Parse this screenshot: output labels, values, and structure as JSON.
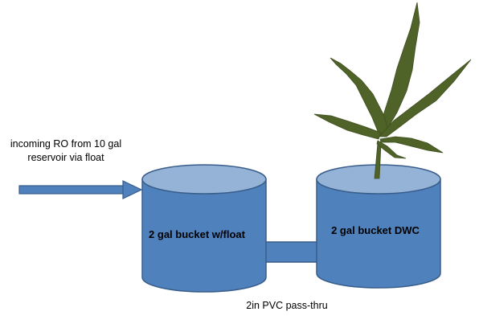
{
  "labels": {
    "inlet": "incoming RO from 10  gal reservoir via float",
    "bucket_left": "2 gal bucket w/float",
    "bucket_right": "2 gal bucket DWC",
    "pipe": "2in PVC pass-thru"
  },
  "icons": {
    "inlet_arrow": "arrow-right-icon",
    "plant": "cannabis-leaf-icon"
  },
  "colors": {
    "bucket_body": "#4f81bd",
    "bucket_top": "#95b3d7",
    "bucket_outline": "#385d8a",
    "leaf": "#4f6228"
  }
}
